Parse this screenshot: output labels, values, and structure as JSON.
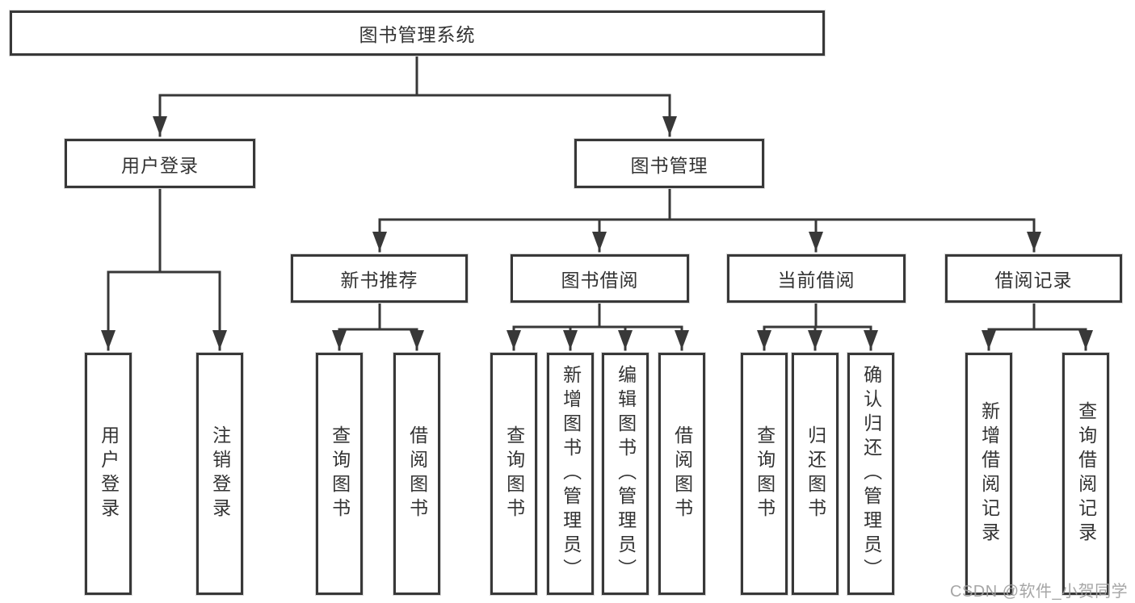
{
  "diagram": {
    "type": "hierarchy-tree",
    "watermark": "CSDN @软件_小贺同学",
    "colors": {
      "line": "#383838",
      "box_border": "#383838",
      "text": "#333333",
      "watermark": "#9e9e9e",
      "background": "#ffffff"
    },
    "tree": {
      "label": "图书管理系统",
      "children": [
        {
          "label": "用户登录",
          "children": [
            {
              "label": "用户登录"
            },
            {
              "label": "注销登录"
            }
          ]
        },
        {
          "label": "图书管理",
          "children": [
            {
              "label": "新书推荐",
              "children": [
                {
                  "label": "查询图书"
                },
                {
                  "label": "借阅图书"
                }
              ]
            },
            {
              "label": "图书借阅",
              "children": [
                {
                  "label": "查询图书"
                },
                {
                  "label": "新增图书（管理员）"
                },
                {
                  "label": "编辑图书（管理员）"
                },
                {
                  "label": "借阅图书"
                }
              ]
            },
            {
              "label": "当前借阅",
              "children": [
                {
                  "label": "查询图书"
                },
                {
                  "label": "归还图书"
                },
                {
                  "label": "确认归还（管理员）"
                }
              ]
            },
            {
              "label": "借阅记录",
              "children": [
                {
                  "label": "新增借阅记录"
                },
                {
                  "label": "查询借阅记录"
                }
              ]
            }
          ]
        }
      ]
    }
  }
}
